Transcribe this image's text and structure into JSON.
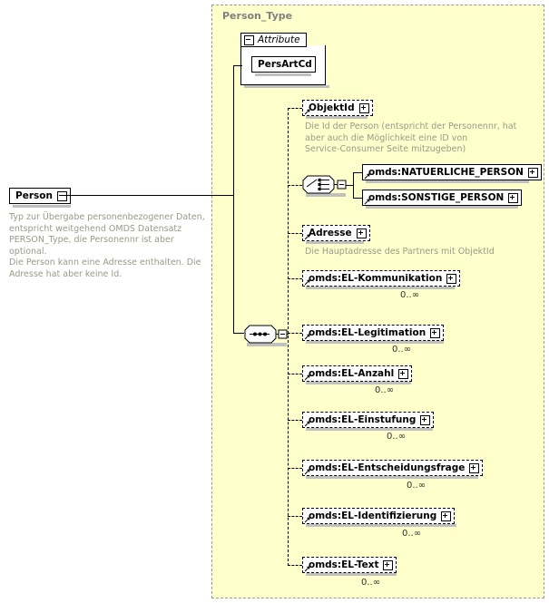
{
  "diagram": {
    "title": "Person_Type",
    "root": {
      "name": "Person",
      "toggle": "minus",
      "annotation": "Typ zur Übergabe personenbezogener Daten,\nentspricht weitgehend OMDS Datensatz\nPERSON_Type, die Personennr ist aber optional.\nDie Person kann eine Adresse enthalten. Die\nAdresse hat aber keine Id."
    },
    "attribute_group": {
      "label": "Attribute",
      "toggle": "minus",
      "items": [
        {
          "name": "PersArtCd"
        }
      ]
    },
    "elements": [
      {
        "name": "ObjektId",
        "toggle": "plus",
        "required": false,
        "cardinality": "",
        "annotation": "Die Id der Person (entspricht der Personennr, hat\naber auch die Möglichkeit eine ID von\nService-Consumer Seite mitzugeben)"
      },
      {
        "name": "omds:NATUERLICHE_PERSON",
        "toggle": "plus",
        "required": true,
        "cardinality": "",
        "annotation": ""
      },
      {
        "name": "omds:SONSTIGE_PERSON",
        "toggle": "plus",
        "required": true,
        "cardinality": "",
        "annotation": ""
      },
      {
        "name": "Adresse",
        "toggle": "plus",
        "required": false,
        "cardinality": "",
        "annotation": "Die Hauptadresse des Partners mit ObjektId"
      },
      {
        "name": "omds:EL-Kommunikation",
        "toggle": "plus",
        "required": false,
        "cardinality": "0..∞",
        "annotation": ""
      },
      {
        "name": "omds:EL-Legitimation",
        "toggle": "plus",
        "required": false,
        "cardinality": "0..∞",
        "annotation": ""
      },
      {
        "name": "omds:EL-Anzahl",
        "toggle": "plus",
        "required": false,
        "cardinality": "0..∞",
        "annotation": ""
      },
      {
        "name": "omds:EL-Einstufung",
        "toggle": "plus",
        "required": false,
        "cardinality": "0..∞",
        "annotation": ""
      },
      {
        "name": "omds:EL-Entscheidungsfrage",
        "toggle": "plus",
        "required": false,
        "cardinality": "0..∞",
        "annotation": ""
      },
      {
        "name": "omds:EL-Identifizierung",
        "toggle": "plus",
        "required": false,
        "cardinality": "0..∞",
        "annotation": ""
      },
      {
        "name": "omds:EL-Text",
        "toggle": "plus",
        "required": false,
        "cardinality": "0..∞",
        "annotation": ""
      }
    ],
    "compositors": [
      {
        "kind": "choice",
        "toggle": "minus"
      },
      {
        "kind": "sequence",
        "toggle": "minus"
      }
    ],
    "colors": {
      "canvas": "#ffffcc",
      "annotation_text": "#9a9a8a",
      "type_title": "#808080",
      "shadow": "#c0c0c0",
      "line": "#000000"
    }
  }
}
